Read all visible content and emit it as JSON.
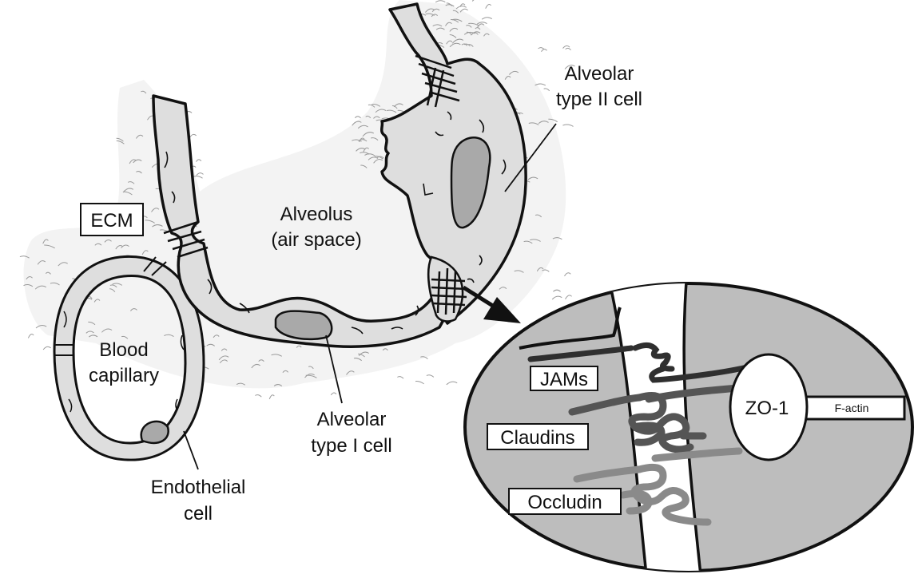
{
  "labels": {
    "ecm": "ECM",
    "alveolus_line1": "Alveolus",
    "alveolus_line2": "(air space)",
    "type2_line1": "Alveolar",
    "type2_line2": "type II cell",
    "blood_line1": "Blood",
    "blood_line2": "capillary",
    "type1_line1": "Alveolar",
    "type1_line2": "type I cell",
    "endo_line1": "Endothelial",
    "endo_line2": "cell",
    "jams": "JAMs",
    "claudins": "Claudins",
    "occludin": "Occludin",
    "zo1": "ZO-1",
    "factin": "F-actin"
  },
  "colors": {
    "cell_fill": "#dedede",
    "nucleus_fill": "#a9a9a9",
    "zoom_fill": "#bdbdbd",
    "outline": "#111111",
    "ecm_fiber": "#9a9a9a",
    "jams": "#2f2f2f",
    "claudins": "#555555",
    "occludin": "#8a8a8a"
  }
}
